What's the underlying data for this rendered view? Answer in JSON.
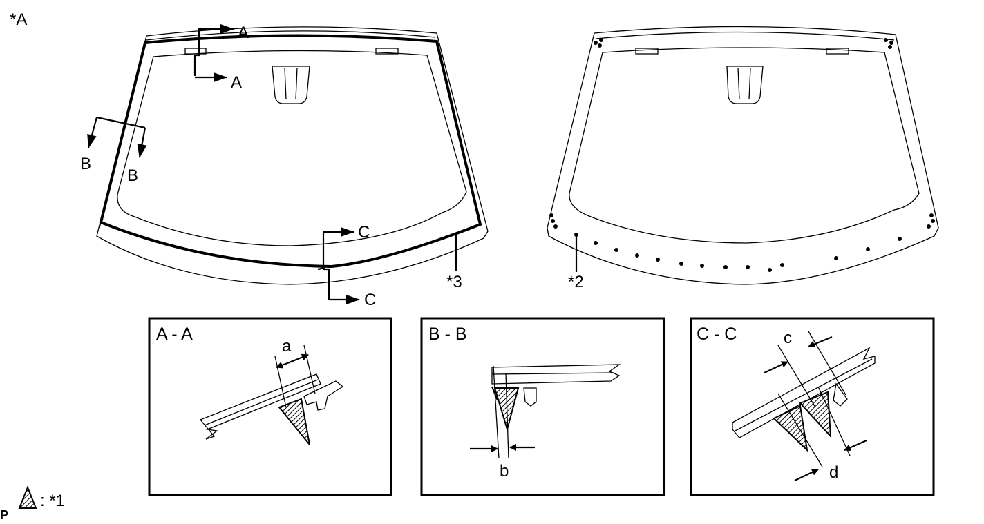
{
  "corner_label": "*A",
  "legend": {
    "prefix": "P",
    "text": ": *1"
  },
  "callouts": {
    "star3": "*3",
    "star2": "*2"
  },
  "section_markers": {
    "a": "A",
    "b": "B",
    "c": "C"
  },
  "sections": {
    "aa": {
      "title": "A - A",
      "dim": "a"
    },
    "bb": {
      "title": "B - B",
      "dim": "b"
    },
    "cc": {
      "title": "C - C",
      "dim_c": "c",
      "dim_d": "d"
    }
  }
}
